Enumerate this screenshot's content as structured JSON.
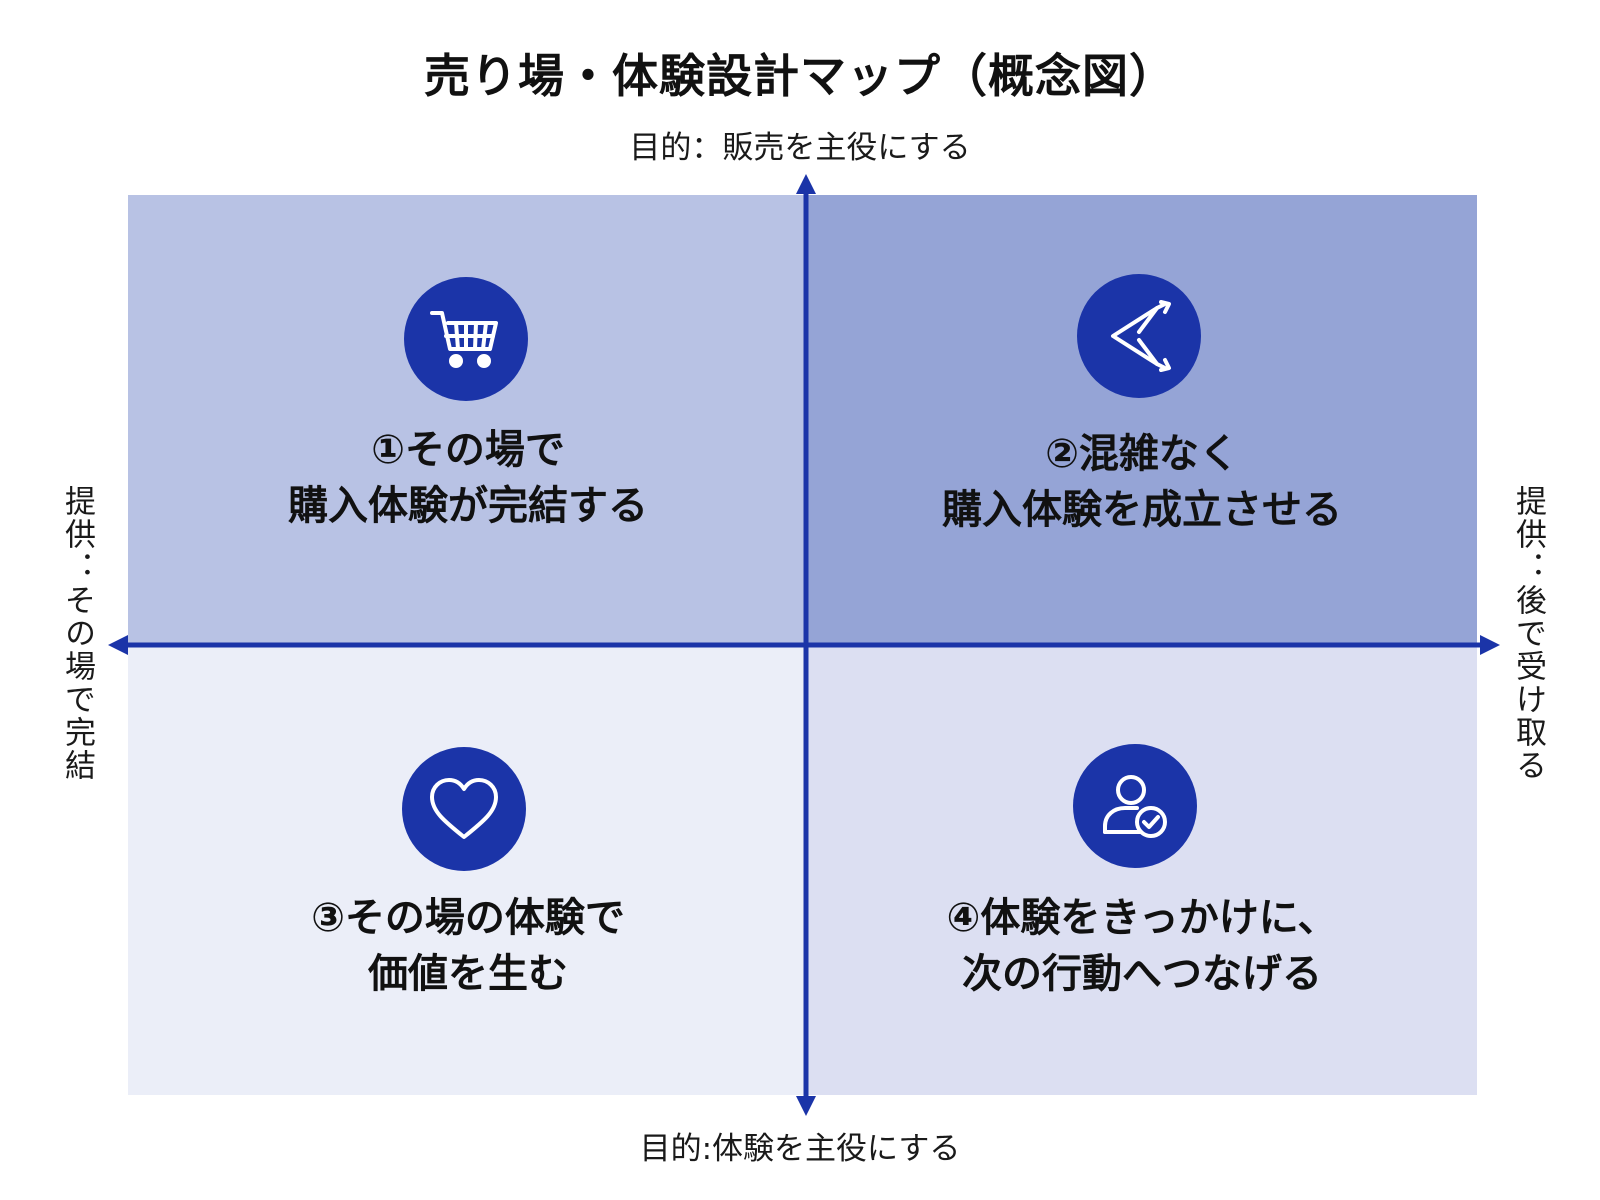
{
  "title": "売り場・体験設計マップ（概念図）",
  "axes": {
    "top": "目的：販売を主役にする",
    "bottom": "目的:体験を主役にする",
    "left": "提供：その場で完結",
    "right": "提供：後で受け取る"
  },
  "quadrants": [
    {
      "id": "q1",
      "icon": "shopping-cart-icon",
      "lines": [
        "①その場で",
        "購入体験が完結する"
      ]
    },
    {
      "id": "q2",
      "icon": "split-arrows-icon",
      "lines": [
        "②混雑なく",
        "購入体験を成立させる"
      ]
    },
    {
      "id": "q3",
      "icon": "heart-icon",
      "lines": [
        "③その場の体験で",
        "価値を生む"
      ]
    },
    {
      "id": "q4",
      "icon": "user-check-icon",
      "lines": [
        "④体験をきっかけに、",
        "次の行動へつなげる"
      ]
    }
  ],
  "colors": {
    "accent": "#1b34a8",
    "q1": "#b8c2e4",
    "q2": "#95a4d6",
    "q3": "#ebeef8",
    "q4": "#dcdff2"
  }
}
